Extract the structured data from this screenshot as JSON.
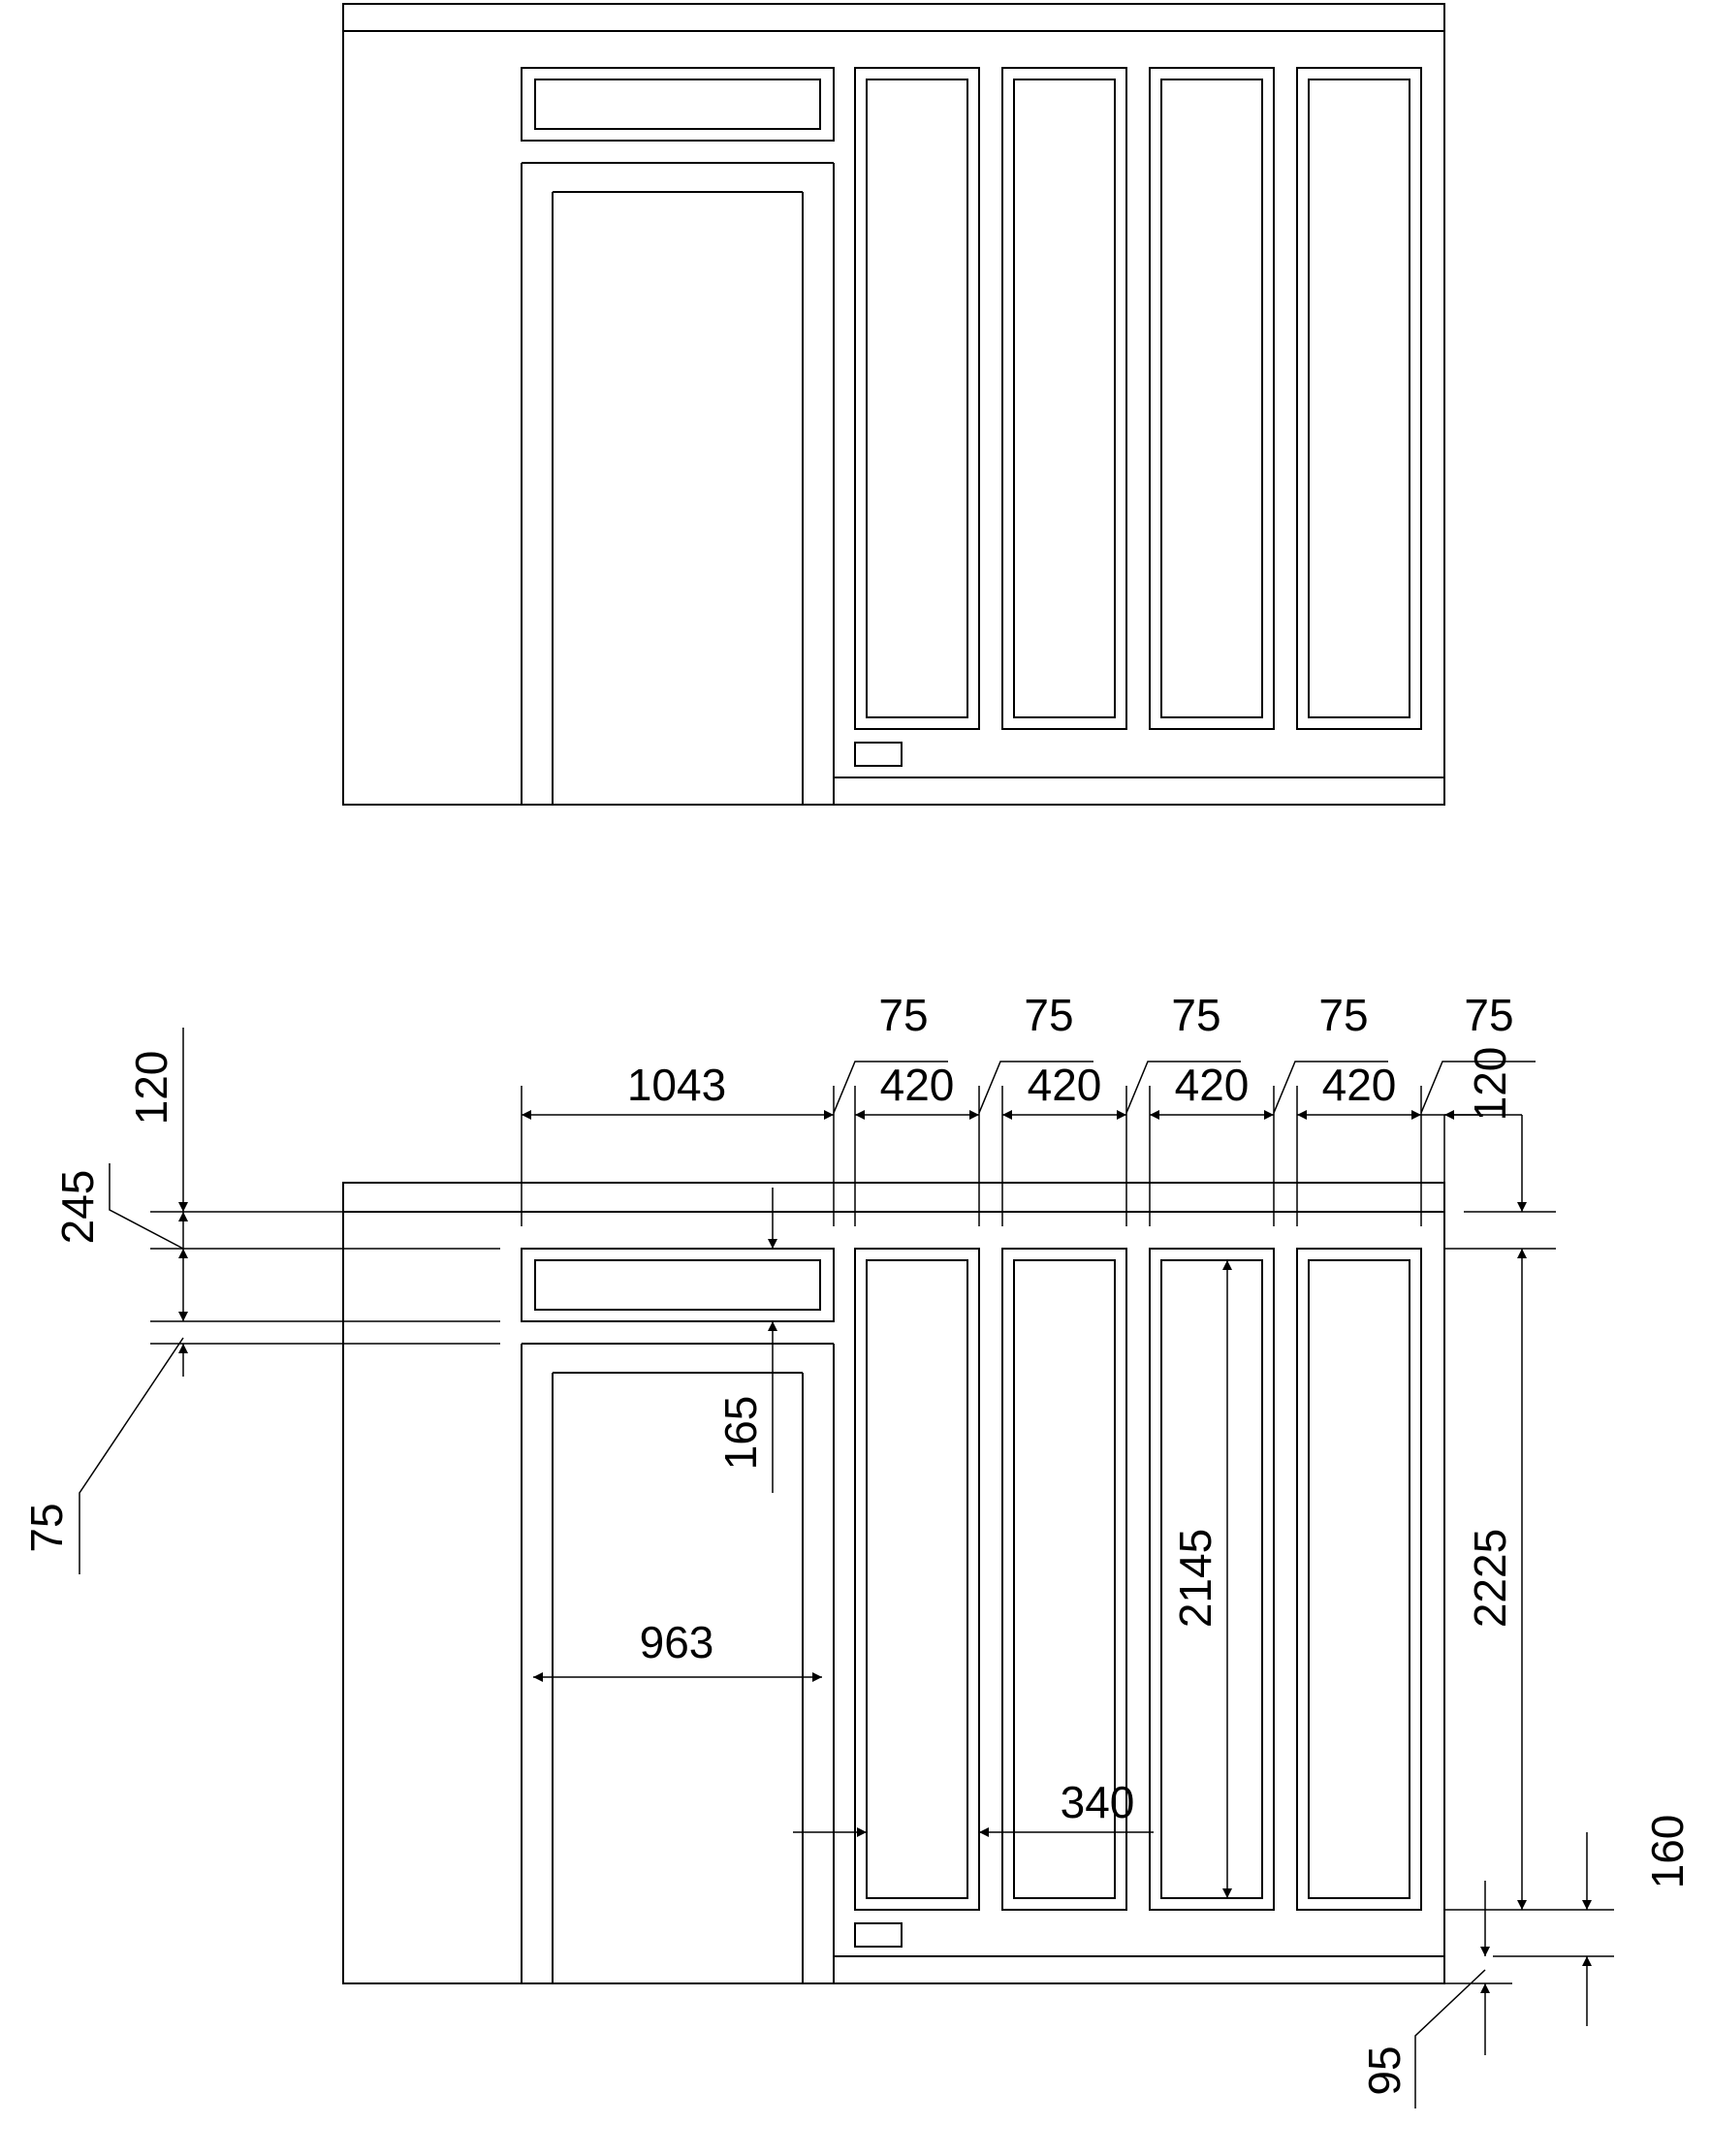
{
  "colors": {
    "line": "#000000",
    "background": "#ffffff"
  },
  "dimensions": {
    "door_opening_width": "1043",
    "door_frame_75": [
      "75",
      "75",
      "75",
      "75",
      "75"
    ],
    "panel_widths": [
      "420",
      "420",
      "420",
      "420"
    ],
    "top_right_120": "120",
    "left_120": "120",
    "left_245": "245",
    "left_75": "75",
    "transom_165": "165",
    "door_leaf_width": "963",
    "spacing_340": "340",
    "panel_height": "2145",
    "right_height": "2225",
    "bottom_160": "160",
    "bottom_95": "95"
  }
}
